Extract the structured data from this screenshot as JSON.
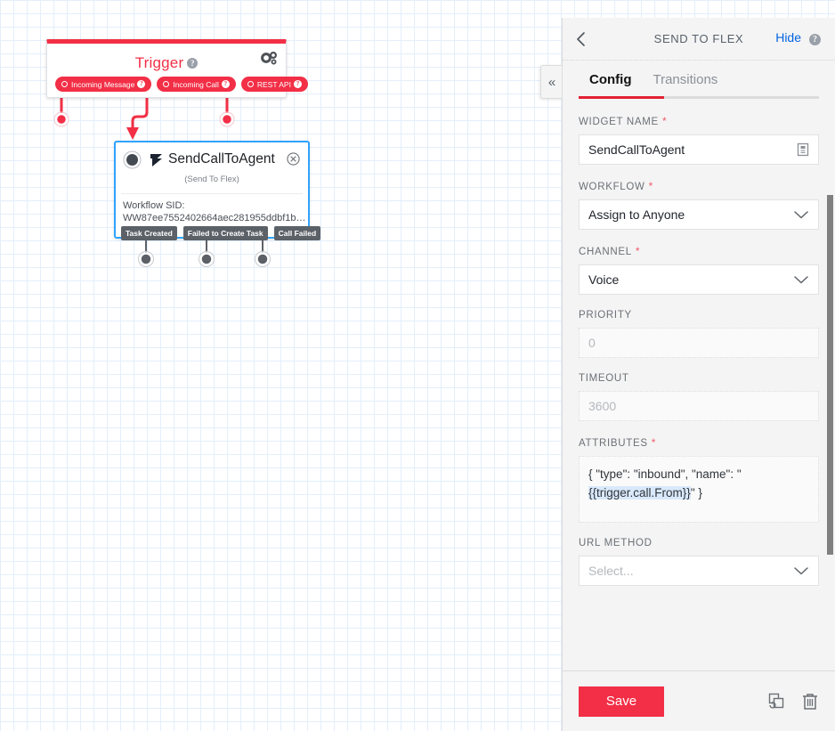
{
  "canvas": {
    "trigger": {
      "title": "Trigger",
      "help_icon": "help-icon",
      "settings_icon": "gears-icon",
      "pills": [
        {
          "label": "Incoming Message",
          "help": "?"
        },
        {
          "label": "Incoming Call",
          "help": "?"
        },
        {
          "label": "REST API",
          "help": "?"
        }
      ]
    },
    "widget": {
      "title": "SendCallToAgent",
      "subtitle": "(Send To Flex)",
      "body_label": "Workflow SID:",
      "body_value": "WW87ee7552402664aec281955ddbf1b…",
      "logo_icon": "flex-logo-icon",
      "close_icon": "close-icon",
      "state_icon": "node-state-dot-icon",
      "transitions": [
        "Task Created",
        "Failed to Create Task",
        "Call Failed"
      ]
    },
    "collapse_tab": "«"
  },
  "panel": {
    "back_icon": "chevron-left-icon",
    "title": "SEND TO FLEX",
    "hide_label": "Hide",
    "hide_help_icon": "help-icon",
    "tabs": [
      {
        "label": "Config",
        "active": true
      },
      {
        "label": "Transitions",
        "active": false
      }
    ],
    "fields": [
      {
        "label": "WIDGET NAME",
        "required": true,
        "type": "text",
        "value": "SendCallToAgent",
        "placeholder": "",
        "suffix_icon": "clipboard-icon"
      },
      {
        "label": "WORKFLOW",
        "required": true,
        "type": "select",
        "value": "Assign to Anyone",
        "placeholder": ""
      },
      {
        "label": "CHANNEL",
        "required": true,
        "type": "select",
        "value": "Voice",
        "placeholder": ""
      },
      {
        "label": "PRIORITY",
        "required": false,
        "type": "text",
        "value": "",
        "placeholder": "0"
      },
      {
        "label": "TIMEOUT",
        "required": false,
        "type": "text",
        "value": "",
        "placeholder": "3600"
      },
      {
        "label": "ATTRIBUTES",
        "required": true,
        "type": "textarea",
        "value_pre": "{ \"type\": \"inbound\", \"name\": \"",
        "value_highlight": "{{trigger.call.From}}",
        "value_post": "\" }",
        "placeholder": ""
      },
      {
        "label": "URL METHOD",
        "required": false,
        "type": "select",
        "value": "",
        "placeholder": "Select..."
      }
    ],
    "footer": {
      "save_label": "Save",
      "duplicate_icon": "duplicate-icon",
      "delete_icon": "trash-icon"
    }
  },
  "colors": {
    "accent_red": "#f22f46",
    "link_blue": "#0263e0",
    "node_border_blue": "#2fa3ff",
    "chip_gray": "#5c6168",
    "grid_blue": "#e3effb"
  }
}
